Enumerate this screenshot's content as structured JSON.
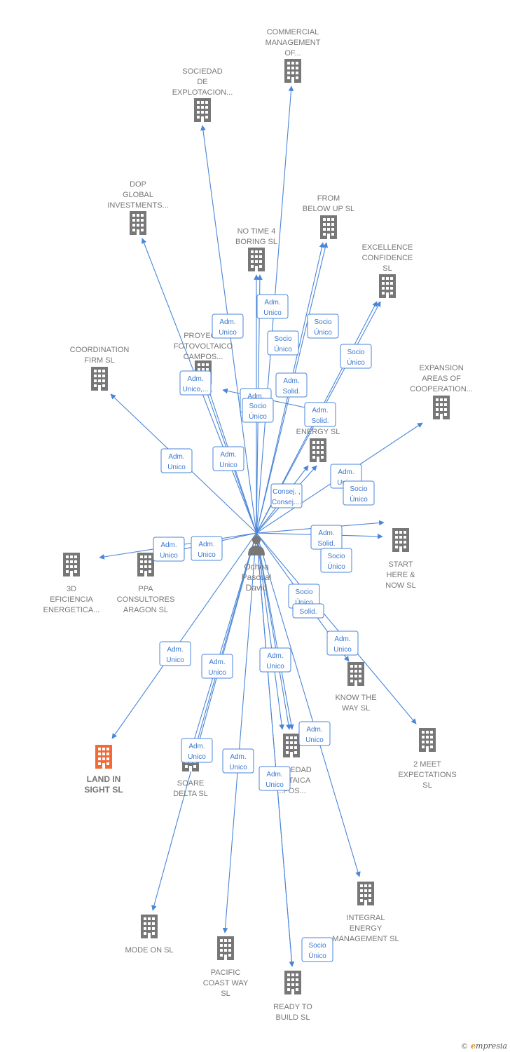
{
  "center": {
    "name_lines": [
      "Ochoa",
      "Pascual",
      "David"
    ]
  },
  "companies": [
    {
      "id": "commercial",
      "lines": [
        "COMMERCIAL",
        "MANAGEMENT",
        "OF..."
      ]
    },
    {
      "id": "sociedad-explotacion",
      "lines": [
        "SOCIEDAD",
        "DE",
        "EXPLOTACION..."
      ]
    },
    {
      "id": "dop",
      "lines": [
        "DOP",
        "GLOBAL",
        "INVESTMENTS..."
      ]
    },
    {
      "id": "no-time",
      "lines": [
        "NO TIME 4",
        "BORING  SL"
      ]
    },
    {
      "id": "from-below",
      "lines": [
        "FROM",
        "BELOW UP  SL"
      ]
    },
    {
      "id": "excellence",
      "lines": [
        "EXCELLENCE",
        "CONFIDENCE",
        "SL"
      ]
    },
    {
      "id": "proyec",
      "lines": [
        "PROYEC...",
        "FOTOVOLTAICO",
        "CAMPOS..."
      ]
    },
    {
      "id": "coordination",
      "lines": [
        "COORDINATION",
        "FIRM  SL"
      ]
    },
    {
      "id": "expansion",
      "lines": [
        "EXPANSION",
        "AREAS OF",
        "COOPERATION..."
      ]
    },
    {
      "id": "energy",
      "lines": [
        "E...",
        "ENERGY  SL"
      ]
    },
    {
      "id": "start-here",
      "lines": [
        "START",
        "HERE &",
        "NOW  SL"
      ]
    },
    {
      "id": "3d",
      "lines": [
        "3D",
        "EFICIENCIA",
        "ENERGETICA..."
      ]
    },
    {
      "id": "ppa",
      "lines": [
        "PPA",
        "CONSULTORES",
        "ARAGON  SL"
      ]
    },
    {
      "id": "know-the-way",
      "lines": [
        "KNOW THE",
        "WAY  SL"
      ]
    },
    {
      "id": "land-in-sight",
      "lines": [
        "LAND IN",
        "SIGHT  SL"
      ]
    },
    {
      "id": "soare",
      "lines": [
        "SOARE",
        "DELTA SL"
      ]
    },
    {
      "id": "sociedad-fotovoltaica",
      "lines": [
        "SOCIEDAD",
        "...OLTAICA",
        "...POS..."
      ]
    },
    {
      "id": "two-meet",
      "lines": [
        "2 MEET",
        "EXPECTATIONS",
        "SL"
      ]
    },
    {
      "id": "integral",
      "lines": [
        "INTEGRAL",
        "ENERGY",
        "MANAGEMENT SL"
      ]
    },
    {
      "id": "mode-on",
      "lines": [
        "MODE ON  SL"
      ]
    },
    {
      "id": "pacific",
      "lines": [
        "PACIFIC",
        "COAST WAY",
        "SL"
      ]
    },
    {
      "id": "ready",
      "lines": [
        "READY TO",
        "BUILD  SL"
      ]
    }
  ],
  "badges": [
    {
      "lines": [
        "Adm.",
        "Unico"
      ]
    },
    {
      "lines": [
        "Adm.",
        "Unico"
      ]
    },
    {
      "lines": [
        "Socio",
        "Único"
      ]
    },
    {
      "lines": [
        "Socio",
        "Único"
      ]
    },
    {
      "lines": [
        "Socio",
        "Único"
      ]
    },
    {
      "lines": [
        "Adm.",
        "Unico,..."
      ]
    },
    {
      "lines": [
        "Adm.",
        "Solid."
      ]
    },
    {
      "lines": [
        "Adm.",
        "Unico"
      ]
    },
    {
      "lines": [
        "Socio",
        "Único"
      ]
    },
    {
      "lines": [
        "Adm.",
        "Solid."
      ]
    },
    {
      "lines": [
        "Adm.",
        "Unico"
      ]
    },
    {
      "lines": [
        "Adm.",
        "Unico"
      ]
    },
    {
      "lines": [
        "Consej. ,",
        "Consej...."
      ]
    },
    {
      "lines": [
        "Adm.",
        "Unico"
      ]
    },
    {
      "lines": [
        "Socio",
        "Único"
      ]
    },
    {
      "lines": [
        "Adm.",
        "Unico"
      ]
    },
    {
      "lines": [
        "Adm.",
        "Unico"
      ]
    },
    {
      "lines": [
        "Adm.",
        "Solid."
      ]
    },
    {
      "lines": [
        "Socio",
        "Único"
      ]
    },
    {
      "lines": [
        "Socio",
        "Único"
      ]
    },
    {
      "lines": [
        "Solid."
      ]
    },
    {
      "lines": [
        "Adm.",
        "Unico"
      ]
    },
    {
      "lines": [
        "Adm.",
        "Unico"
      ]
    },
    {
      "lines": [
        "Adm.",
        "Unico"
      ]
    },
    {
      "lines": [
        "Adm.",
        "Unico"
      ]
    },
    {
      "lines": [
        "Adm.",
        "Unico"
      ]
    },
    {
      "lines": [
        "Adm.",
        "Unico"
      ]
    },
    {
      "lines": [
        "Adm.",
        "Unico"
      ]
    },
    {
      "lines": [
        "Adm.",
        "Unico"
      ]
    },
    {
      "lines": [
        "Socio",
        "Único"
      ]
    }
  ],
  "colors": {
    "edge": "#4a86d8",
    "building": "#777777",
    "highlight": "#f26a35"
  },
  "footer": {
    "copyright": "©",
    "brand_initial": "e",
    "brand_rest": "mpresia"
  }
}
